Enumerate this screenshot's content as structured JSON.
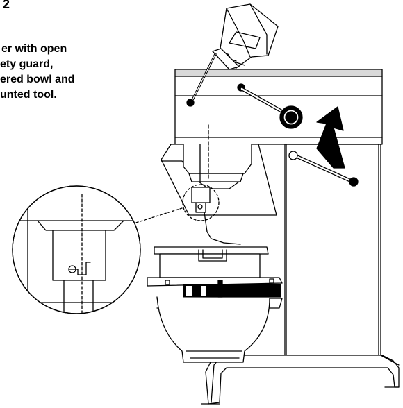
{
  "figure": {
    "number": "2",
    "caption_lines": [
      "er with open",
      "ety guard,",
      "ered bowl and",
      "unted tool."
    ]
  }
}
